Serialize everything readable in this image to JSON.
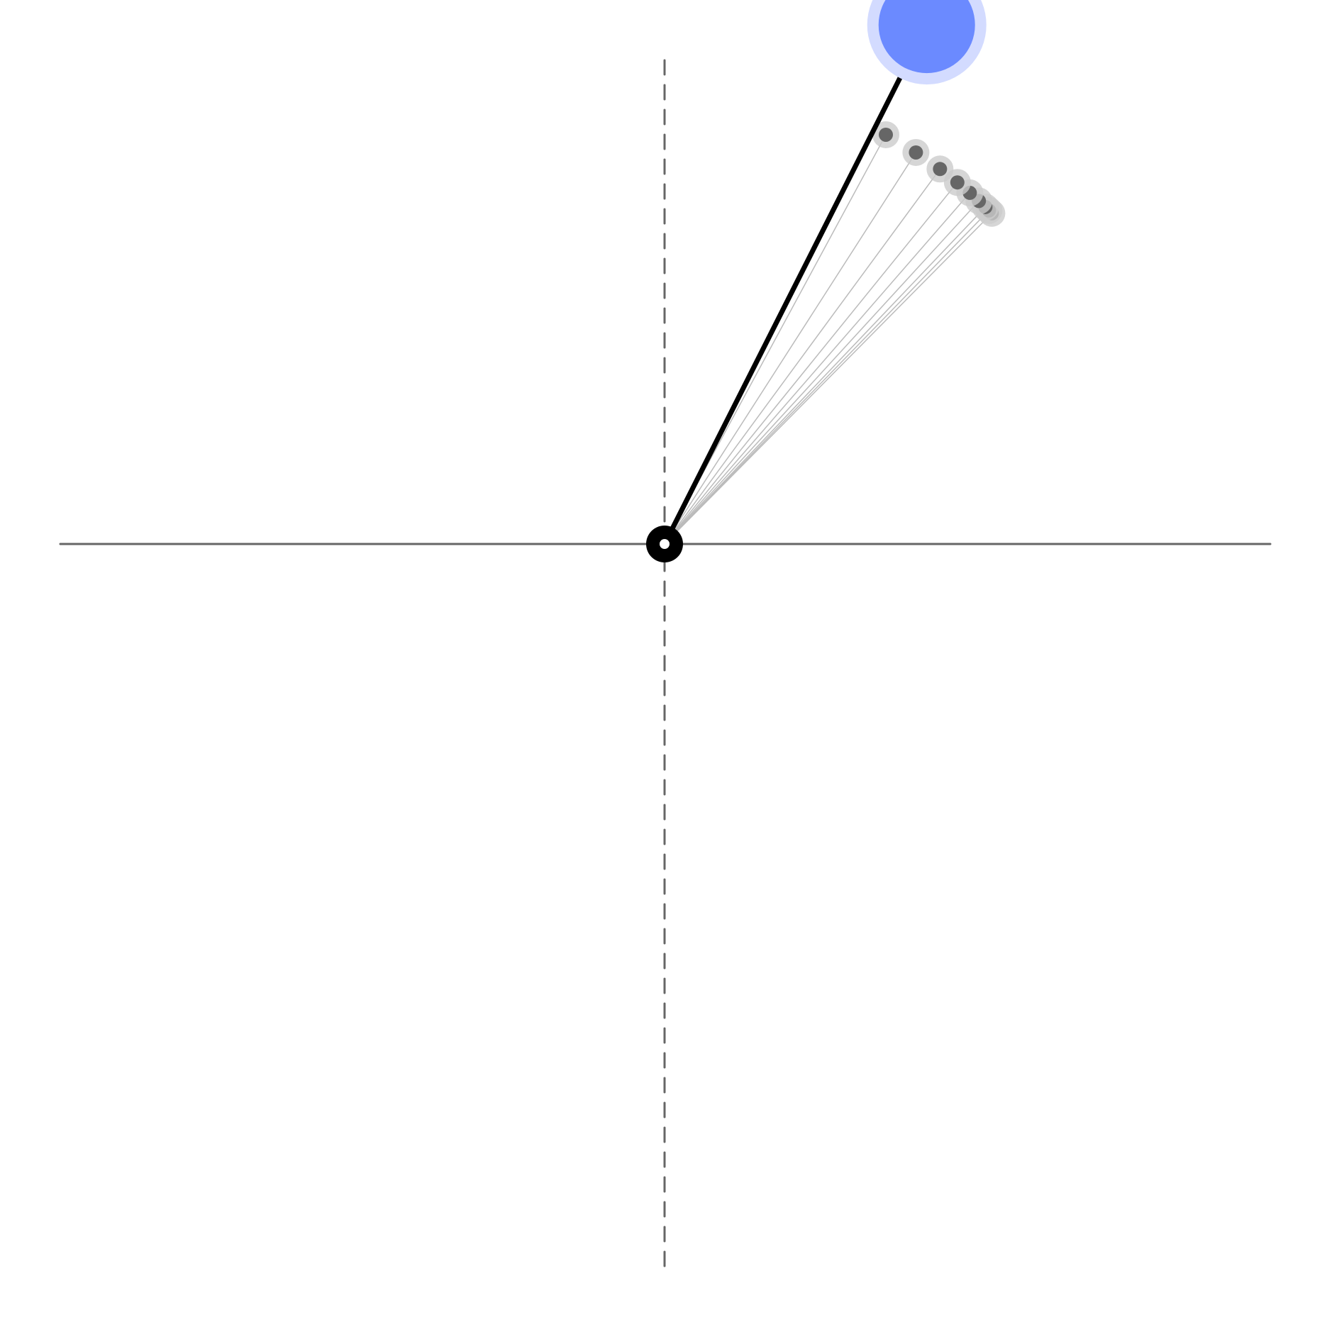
{
  "scene": {
    "type": "pendulum-trail-diagram",
    "background_color": "#ffffff",
    "axis_color": "#666666",
    "rod_color": "#000000",
    "trail_line_color": "#bbbbbb",
    "trail_dot_color": "#666666",
    "trail_halo_color": "#cccccc",
    "bob_color": "#6b8aff",
    "bob_halo_color": "#d3dbff",
    "pivot_color": "#000000",
    "pivot_center_color": "#ffffff",
    "vertical_axis_style": "dashed",
    "horizontal_axis_style": "solid",
    "rod_length": 1,
    "current_angle_deg": 63.2,
    "trail_angles_deg": [
      45.3,
      45.8,
      46.4,
      47.5,
      49.0,
      51.0,
      53.7,
      57.3,
      61.6
    ]
  }
}
